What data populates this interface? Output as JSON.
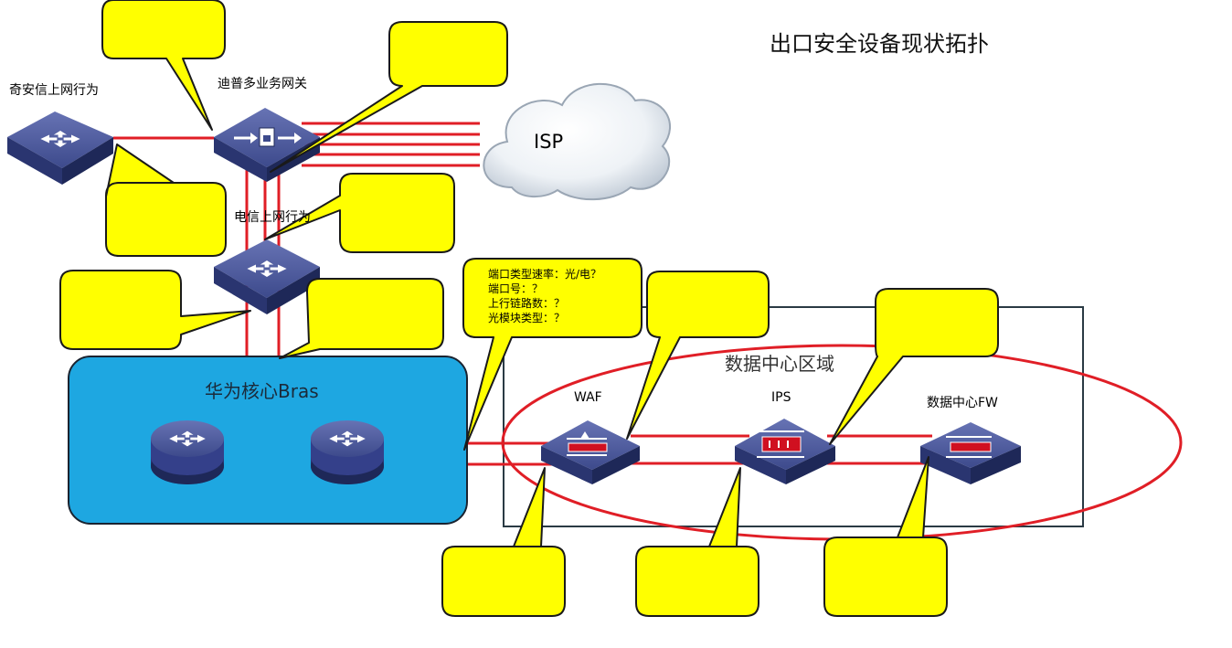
{
  "title": "出口安全设备现状拓扑",
  "devices": {
    "qax": {
      "label": "奇安信上网行为",
      "icon": "switch-icon"
    },
    "dptech": {
      "label": "迪普多业务网关",
      "icon": "gateway-icon"
    },
    "telecom": {
      "label": "电信上网行为",
      "icon": "switch-icon"
    },
    "waf": {
      "label": "WAF",
      "icon": "waf-appliance-icon"
    },
    "ips": {
      "label": "IPS",
      "icon": "ips-appliance-icon"
    },
    "fw": {
      "label": "数据中心FW",
      "icon": "firewall-icon"
    }
  },
  "isp": {
    "label": "ISP",
    "icon": "cloud-icon"
  },
  "bras": {
    "label": "华为核心Bras",
    "icon": "router-icon"
  },
  "datacenter": {
    "label": "数据中心区域"
  },
  "note": {
    "lines": [
      "端口类型速率：光/电？",
      "端口号：？",
      "上行链路数：？",
      "光模块类型：？"
    ]
  },
  "colors": {
    "link": "#e01e26",
    "callout": "#ffff00",
    "bras_zone": "#1ea7e1",
    "highlight": "#e01e26",
    "device": "#3d4a8c"
  }
}
